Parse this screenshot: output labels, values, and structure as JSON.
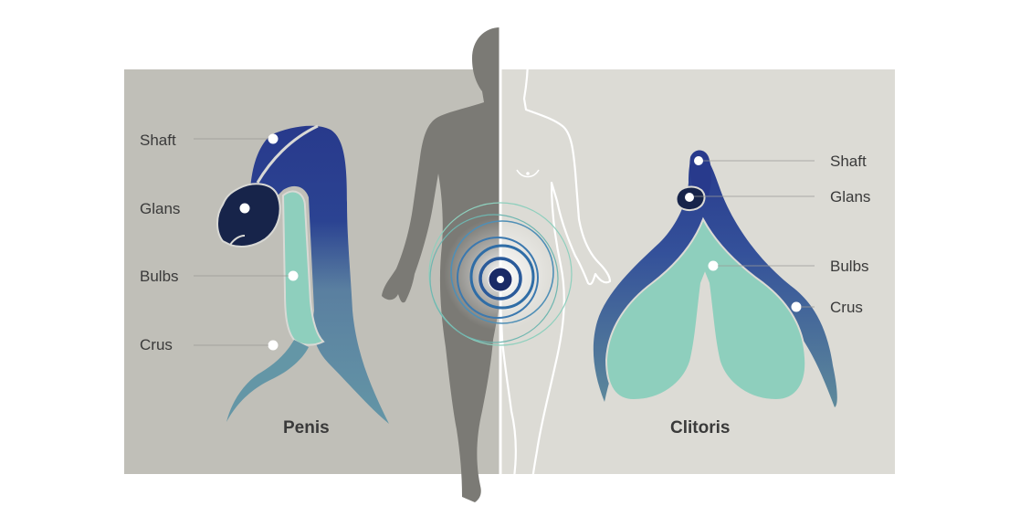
{
  "penis": {
    "title": "Penis",
    "labels": {
      "shaft": "Shaft",
      "glans": "Glans",
      "bulbs": "Bulbs",
      "crus": "Crus"
    }
  },
  "clitoris": {
    "title": "Clitoris",
    "labels": {
      "shaft": "Shaft",
      "glans": "Glans",
      "bulbs": "Bulbs",
      "crus": "Crus"
    }
  },
  "colors": {
    "left_panel": "#c0bfb8",
    "right_panel": "#dcdbd5",
    "shaft_top": "#283a8c",
    "shaft_bottom": "#5e8a9b",
    "glans": "#17244a",
    "bulbs": "#8ecfbd",
    "male_silhouette": "#7b7a75",
    "female_outline": "#ffffff",
    "rings": "#2f6da6"
  }
}
